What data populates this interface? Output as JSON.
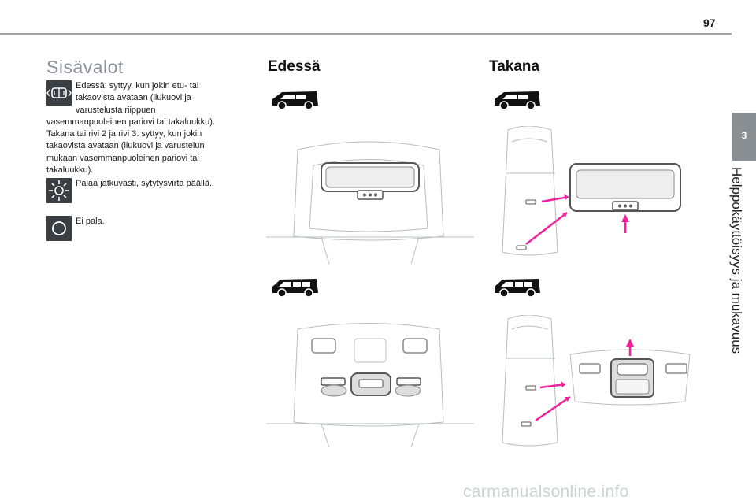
{
  "page": {
    "number": "97"
  },
  "side_tab": {
    "chapter": "3",
    "title": "Helppokäyttöisyys ja mukavuus"
  },
  "section": {
    "title": "Sisävalot",
    "col2_title": "Edessä",
    "col3_title": "Takana"
  },
  "items": [
    {
      "icon": "door-open-icon",
      "text": "Edessä: syttyy, kun jokin etu- tai takaovista avataan (liukuovi ja varustelusta riippuen vasemmanpuoleinen pariovi tai takaluukku).",
      "text2": "Takana tai rivi 2 ja rivi 3: syttyy, kun jokin takaovista avataan (liukuovi ja varustelun mukaan vasemmanpuoleinen pariovi tai takaluukku)."
    },
    {
      "icon": "light-on-icon",
      "text": "Palaa jatkuvasti, sytytysvirta päällä."
    },
    {
      "icon": "light-off-icon",
      "text": "Ei pala."
    }
  ],
  "footer": {
    "watermark": "carmanualsonline.info"
  },
  "colors": {
    "accent_arrow": "#f0219a",
    "tab_bg": "#8a8f94",
    "icon_bg": "#3a3f45"
  }
}
